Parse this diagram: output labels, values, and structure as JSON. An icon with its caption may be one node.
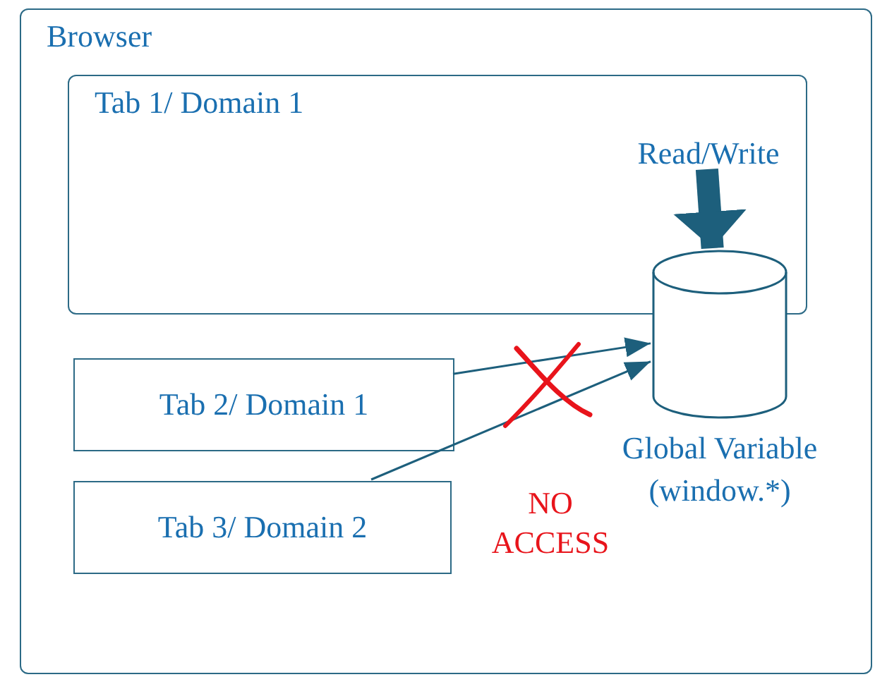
{
  "diagram": {
    "nodes": [
      {
        "text": [
          "Browser"
        ]
      },
      {
        "text": [
          "Tab 1/ Domain 1"
        ],
        "in": 0
      },
      {
        "text": [
          "Read/Write"
        ],
        "in": 1
      },
      {
        "text": [],
        "shape": "cylinder",
        "in": 0,
        "beside": [
          "Global Variable (window.*)"
        ]
      },
      {
        "text": [
          "Tab 2/ Domain 1"
        ],
        "in": 0
      },
      {
        "text": [
          "Tab 3/ Domain 2"
        ],
        "in": 0
      }
    ],
    "edges": [
      {
        "from": 2,
        "to": 3,
        "arrow": "to",
        "style": "thick"
      },
      {
        "from": 4,
        "to": 3,
        "arrow": "to"
      },
      {
        "from": 5,
        "to": 3,
        "arrow": "to",
        "label": "NO ACCESS"
      }
    ]
  }
}
